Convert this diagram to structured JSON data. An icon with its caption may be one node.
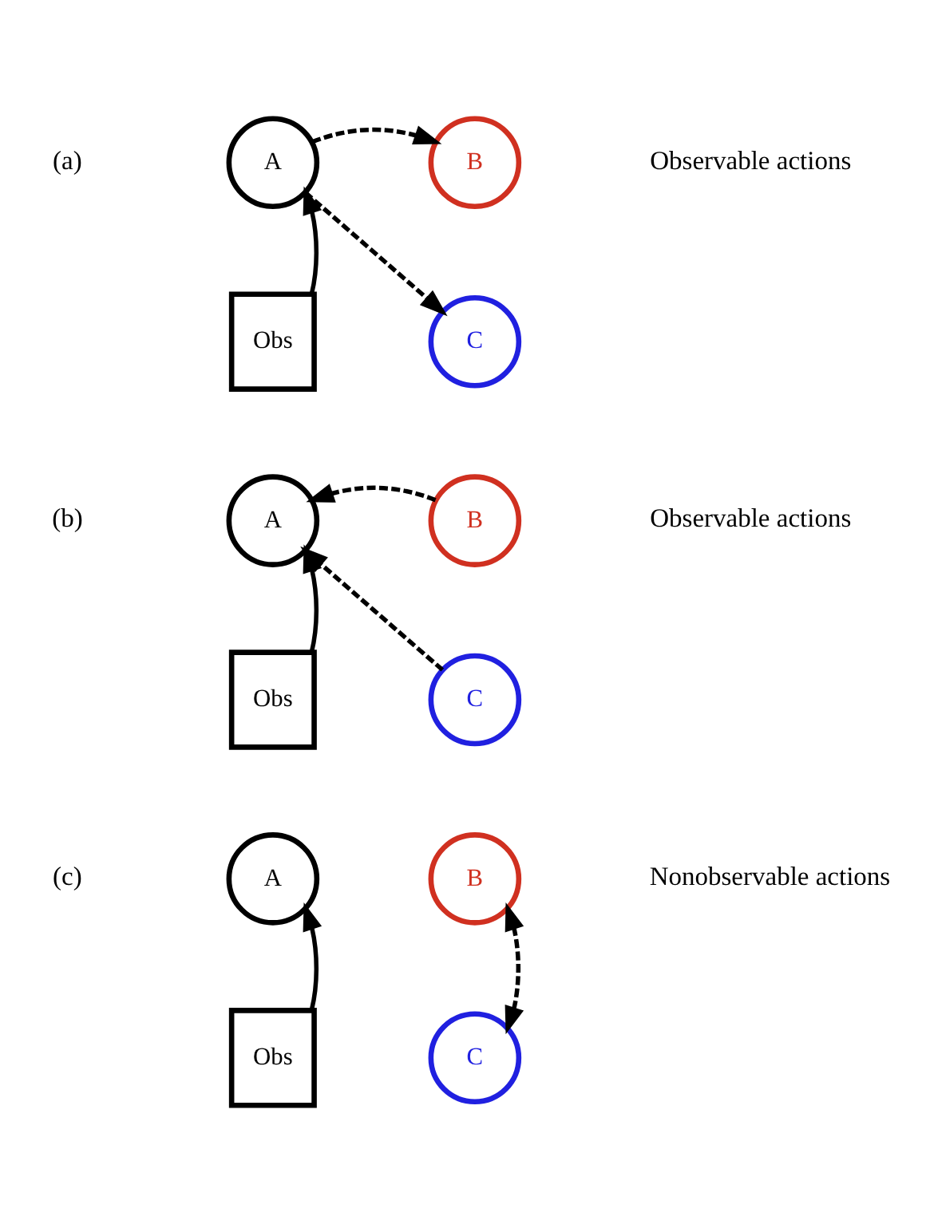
{
  "diagram": {
    "nodes": [
      {
        "text": [
          "A"
        ]
      },
      {
        "text": [
          "B"
        ]
      },
      {
        "text": [
          "Obs"
        ]
      },
      {
        "text": [
          "C"
        ]
      },
      {
        "text": [
          "A"
        ]
      },
      {
        "text": [
          "B"
        ]
      },
      {
        "text": [
          "Obs"
        ]
      },
      {
        "text": [
          "C"
        ]
      },
      {
        "text": [
          "A"
        ]
      },
      {
        "text": [
          "B"
        ]
      },
      {
        "text": [
          "Obs"
        ]
      },
      {
        "text": [
          "C"
        ]
      }
    ],
    "edges": [
      {
        "from": 0,
        "to": 1,
        "arrow": "to",
        "style": "dashed"
      },
      {
        "from": 0,
        "to": 3,
        "arrow": "to",
        "style": "dashed"
      },
      {
        "from": 2,
        "to": 0,
        "arrow": "to"
      },
      {
        "from": 5,
        "to": 4,
        "arrow": "to",
        "style": "dashed"
      },
      {
        "from": 7,
        "to": 4,
        "arrow": "to",
        "style": "dashed"
      },
      {
        "from": 6,
        "to": 4,
        "arrow": "to"
      },
      {
        "from": 10,
        "to": 8,
        "arrow": "to"
      },
      {
        "from": 9,
        "to": 11,
        "arrow": "both",
        "style": "dashed"
      }
    ],
    "labels": [
      "(a)",
      "Observable actions",
      "(b)",
      "Observable actions",
      "(c)",
      "Nonobservable actions"
    ]
  }
}
